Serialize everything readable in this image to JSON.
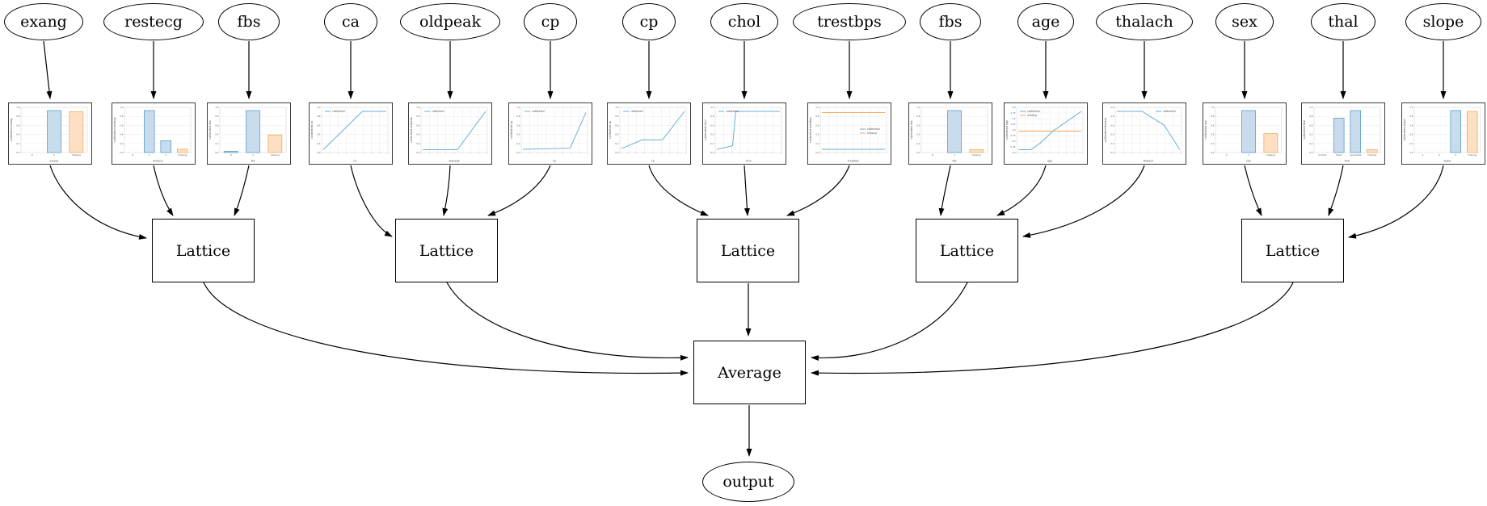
{
  "diagram": {
    "output": {
      "label": "output"
    },
    "combiner": {
      "label": "Average"
    },
    "lattices": [
      {
        "label": "Lattice"
      },
      {
        "label": "Lattice"
      },
      {
        "label": "Lattice"
      },
      {
        "label": "Lattice"
      },
      {
        "label": "Lattice"
      }
    ],
    "default_yticks": [
      "0.0",
      "0.2",
      "0.4",
      "0.6",
      "0.8",
      "1.0"
    ],
    "features": [
      {
        "name": "exang",
        "chart": {
          "type": "bar",
          "xlabel": "exang",
          "ylabel": "calibrated exang",
          "categories": [
            "0",
            "1",
            "missing"
          ],
          "values": [
            0,
            1.0,
            0.97
          ],
          "colors": [
            "blue",
            "blue",
            "orange"
          ]
        }
      },
      {
        "name": "restecg",
        "chart": {
          "type": "bar",
          "xlabel": "restecg",
          "ylabel": "calibrated restecg",
          "categories": [
            "0",
            "1",
            "2",
            "missing"
          ],
          "values": [
            0,
            1.0,
            0.28,
            0.08
          ],
          "colors": [
            "blue",
            "blue",
            "blue",
            "orange"
          ]
        }
      },
      {
        "name": "fbs",
        "chart": {
          "type": "bar",
          "xlabel": "fbs",
          "ylabel": "calibrated fbs",
          "categories": [
            "0",
            "1",
            "missing"
          ],
          "values": [
            0.03,
            1.0,
            0.42
          ],
          "colors": [
            "blue",
            "blue",
            "orange"
          ]
        }
      },
      {
        "name": "ca",
        "chart": {
          "type": "line",
          "xlabel": "ca",
          "ylabel": "calibrated ca",
          "legend": {
            "position": "top-left",
            "entries": [
              {
                "label": "calibrated",
                "color": "blue"
              }
            ]
          },
          "series": [
            {
              "name": "calibrated",
              "color": "blue",
              "points": [
                [
                  0,
                  0.03
                ],
                [
                  0.62,
                  1.0
                ],
                [
                  1,
                  1.0
                ]
              ]
            }
          ]
        }
      },
      {
        "name": "oldpeak",
        "chart": {
          "type": "line",
          "xlabel": "oldpeak",
          "ylabel": "calibrated oldpeak",
          "legend": {
            "position": "top-left",
            "entries": [
              {
                "label": "calibrated",
                "color": "blue"
              }
            ]
          },
          "series": [
            {
              "name": "calibrated",
              "color": "blue",
              "points": [
                [
                  0,
                  0.03
                ],
                [
                  0.55,
                  0.03
                ],
                [
                  1,
                  1.0
                ]
              ]
            }
          ]
        }
      },
      {
        "name": "cp",
        "chart": {
          "type": "line",
          "xlabel": "cp",
          "ylabel": "calibrated cp",
          "legend": {
            "position": "top-left",
            "entries": [
              {
                "label": "calibrated",
                "color": "blue"
              }
            ]
          },
          "series": [
            {
              "name": "calibrated",
              "color": "blue",
              "points": [
                [
                  0,
                  0.04
                ],
                [
                  0.75,
                  0.07
                ],
                [
                  1,
                  0.97
                ]
              ]
            }
          ]
        }
      },
      {
        "name": "cp",
        "chart": {
          "type": "line",
          "xlabel": "cp",
          "ylabel": "calibrated cp",
          "legend": {
            "position": "top-left",
            "entries": [
              {
                "label": "calibrated",
                "color": "blue"
              }
            ]
          },
          "series": [
            {
              "name": "calibrated",
              "color": "blue",
              "points": [
                [
                  0,
                  0.06
                ],
                [
                  0.33,
                  0.28
                ],
                [
                  0.65,
                  0.28
                ],
                [
                  1,
                  1.0
                ]
              ]
            }
          ]
        }
      },
      {
        "name": "chol",
        "chart": {
          "type": "line",
          "xlabel": "chol",
          "ylabel": "calibrated chol",
          "legend": {
            "position": "top-left",
            "entries": [
              {
                "label": "calibrated",
                "color": "blue"
              }
            ]
          },
          "series": [
            {
              "name": "calibrated",
              "color": "blue",
              "points": [
                [
                  0,
                  0.04
                ],
                [
                  0.25,
                  0.13
                ],
                [
                  0.3,
                  1.0
                ],
                [
                  1,
                  1.0
                ]
              ]
            }
          ]
        }
      },
      {
        "name": "trestbps",
        "chart": {
          "type": "line",
          "xlabel": "trestbps",
          "ylabel": "calibrated trestbps",
          "legend": {
            "position": "mid-right",
            "entries": [
              {
                "label": "calibrated",
                "color": "blue"
              },
              {
                "label": "missing",
                "color": "orange"
              }
            ]
          },
          "series": [
            {
              "name": "missing",
              "color": "orange",
              "points": [
                [
                  0,
                  0.97
                ],
                [
                  1,
                  0.97
                ]
              ]
            },
            {
              "name": "calibrated",
              "color": "blue",
              "points": [
                [
                  0,
                  0.04
                ],
                [
                  1,
                  0.04
                ]
              ]
            }
          ]
        }
      },
      {
        "name": "fbs",
        "chart": {
          "type": "bar",
          "xlabel": "fbs",
          "ylabel": "calibrated fbs",
          "categories": [
            "0",
            "1",
            "missing"
          ],
          "values": [
            0,
            1.0,
            0.07
          ],
          "colors": [
            "blue",
            "blue",
            "orange"
          ]
        }
      },
      {
        "name": "age",
        "chart": {
          "type": "line",
          "xlabel": "age",
          "ylabel": "calibrated age",
          "yticks": [
            "0.0",
            "0.25",
            "0.5",
            "0.75",
            "1.0",
            "1.25",
            "1.5",
            "1.75",
            "2.0"
          ],
          "legend": {
            "position": "top-left",
            "entries": [
              {
                "label": "calibrated",
                "color": "blue"
              },
              {
                "label": "missing",
                "color": "orange"
              }
            ]
          },
          "series": [
            {
              "name": "missing",
              "color": "orange",
              "points": [
                [
                  0,
                  0.5
                ],
                [
                  1,
                  0.5
                ]
              ]
            },
            {
              "name": "calibrated",
              "color": "blue",
              "points": [
                [
                  0,
                  0.03
                ],
                [
                  0.2,
                  0.03
                ],
                [
                  0.35,
                  0.2
                ],
                [
                  0.55,
                  0.5
                ],
                [
                  0.8,
                  0.78
                ],
                [
                  1,
                  1.0
                ]
              ]
            }
          ]
        }
      },
      {
        "name": "thalach",
        "chart": {
          "type": "line",
          "xlabel": "thalach",
          "ylabel": "calibrated thalach",
          "legend": {
            "position": "top-right",
            "entries": [
              {
                "label": "calibrated",
                "color": "blue"
              }
            ]
          },
          "series": [
            {
              "name": "calibrated",
              "color": "blue",
              "points": [
                [
                  0,
                  1.0
                ],
                [
                  0.4,
                  1.0
                ],
                [
                  0.75,
                  0.65
                ],
                [
                  1,
                  0.03
                ]
              ]
            }
          ]
        }
      },
      {
        "name": "sex",
        "chart": {
          "type": "bar",
          "xlabel": "sex",
          "ylabel": "calibrated sex",
          "categories": [
            "0",
            "1",
            "missing"
          ],
          "values": [
            0,
            1.0,
            0.45
          ],
          "colors": [
            "blue",
            "blue",
            "orange"
          ]
        }
      },
      {
        "name": "thal",
        "chart": {
          "type": "bar",
          "xlabel": "thal",
          "ylabel": "calibrated thal",
          "categories": [
            "normal",
            "fixed",
            "reversible",
            "missing"
          ],
          "values": [
            0,
            0.82,
            1.0,
            0.07
          ],
          "colors": [
            "blue",
            "blue",
            "blue",
            "orange"
          ]
        }
      },
      {
        "name": "slope",
        "chart": {
          "type": "bar",
          "xlabel": "slope",
          "ylabel": "calibrated slope",
          "categories": [
            "1",
            "2",
            "3",
            "missing"
          ],
          "values": [
            0,
            0,
            1.0,
            0.98
          ],
          "colors": [
            "blue",
            "blue",
            "blue",
            "orange"
          ]
        }
      }
    ]
  },
  "colors": {
    "calibrated_line": "#6BAED6",
    "missing_line": "#F9A65A",
    "bar_blue_fill": "#C9DCEE",
    "bar_blue_edge": "#5B9EC9",
    "bar_orange_fill": "#FDE0C4",
    "bar_orange_edge": "#F5A95D",
    "edge": "#000000",
    "grid": "#EAEAEA",
    "chart_border": "#3C3C3C"
  }
}
